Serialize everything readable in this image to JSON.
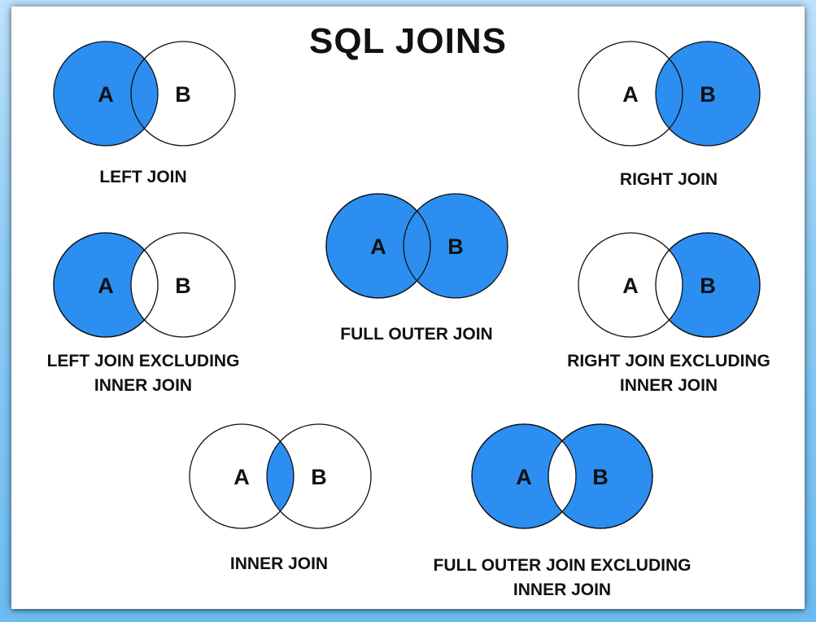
{
  "title": "SQL JOINS",
  "colors": {
    "fill": "#2b8ef0",
    "stroke": "#111111",
    "background": "#ffffff"
  },
  "set_labels": {
    "a": "A",
    "b": "B"
  },
  "joins": {
    "left_join": {
      "caption_line1": "LEFT JOIN",
      "caption_line2": ""
    },
    "right_join": {
      "caption_line1": "RIGHT JOIN",
      "caption_line2": ""
    },
    "full_outer_join": {
      "caption_line1": "FULL OUTER JOIN",
      "caption_line2": ""
    },
    "left_excl": {
      "caption_line1": "LEFT JOIN EXCLUDING",
      "caption_line2": "INNER JOIN"
    },
    "right_excl": {
      "caption_line1": "RIGHT JOIN EXCLUDING",
      "caption_line2": "INNER JOIN"
    },
    "inner_join": {
      "caption_line1": "INNER JOIN",
      "caption_line2": ""
    },
    "full_excl": {
      "caption_line1": "FULL OUTER JOIN EXCLUDING",
      "caption_line2": "INNER JOIN"
    }
  }
}
